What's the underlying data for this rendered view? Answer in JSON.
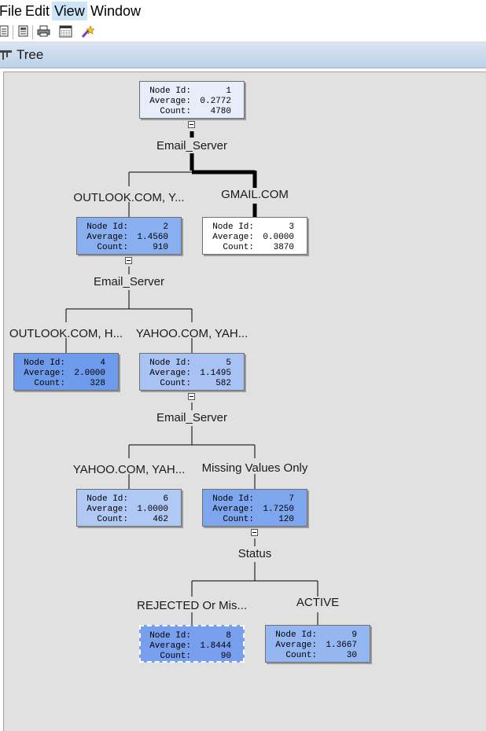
{
  "menu": {
    "items": [
      {
        "label": "File"
      },
      {
        "label": "Edit"
      },
      {
        "label": "View",
        "active": true
      },
      {
        "label": "Window"
      }
    ]
  },
  "toolbar": {
    "buttons": [
      {
        "icon": "document-icon"
      },
      {
        "icon": "page-icon"
      },
      {
        "icon": "print-icon"
      },
      {
        "icon": "grid-icon"
      },
      {
        "icon": "magic-wand-icon"
      }
    ]
  },
  "window": {
    "title": "Tree"
  },
  "labels": {
    "node_id": "Node Id:",
    "average": "Average:",
    "count": "Count:"
  },
  "nodes": {
    "n1": {
      "id": "1",
      "average": "0.2772",
      "count": "4780",
      "color": "#e8eef9"
    },
    "n2": {
      "id": "2",
      "average": "1.4560",
      "count": "910",
      "color": "#8aaff0"
    },
    "n3": {
      "id": "3",
      "average": "0.0000",
      "count": "3870",
      "color": "#ffffff"
    },
    "n4": {
      "id": "4",
      "average": "2.0000",
      "count": "328",
      "color": "#6f9bec"
    },
    "n5": {
      "id": "5",
      "average": "1.1495",
      "count": "582",
      "color": "#a7c2f3"
    },
    "n6": {
      "id": "6",
      "average": "1.0000",
      "count": "462",
      "color": "#afc8f4"
    },
    "n7": {
      "id": "7",
      "average": "1.7250",
      "count": "120",
      "color": "#7ea6ee"
    },
    "n8": {
      "id": "8",
      "average": "1.8444",
      "count": "90",
      "color": "#789fed"
    },
    "n9": {
      "id": "9",
      "average": "1.3667",
      "count": "30",
      "color": "#94b6f1"
    }
  },
  "splits": {
    "s1": "Email_Server",
    "s2": "Email_Server",
    "s3": "Email_Server",
    "s4": "Status"
  },
  "branches": {
    "b2": "OUTLOOK.COM, Y...",
    "b3": "GMAIL.COM",
    "b4": "OUTLOOK.COM, H...",
    "b5": "YAHOO.COM, YAH...",
    "b6": "YAHOO.COM, YAH...",
    "b7": "Missing Values Only",
    "b8": "REJECTED Or Mis...",
    "b9": "ACTIVE"
  },
  "selected_node": "8"
}
